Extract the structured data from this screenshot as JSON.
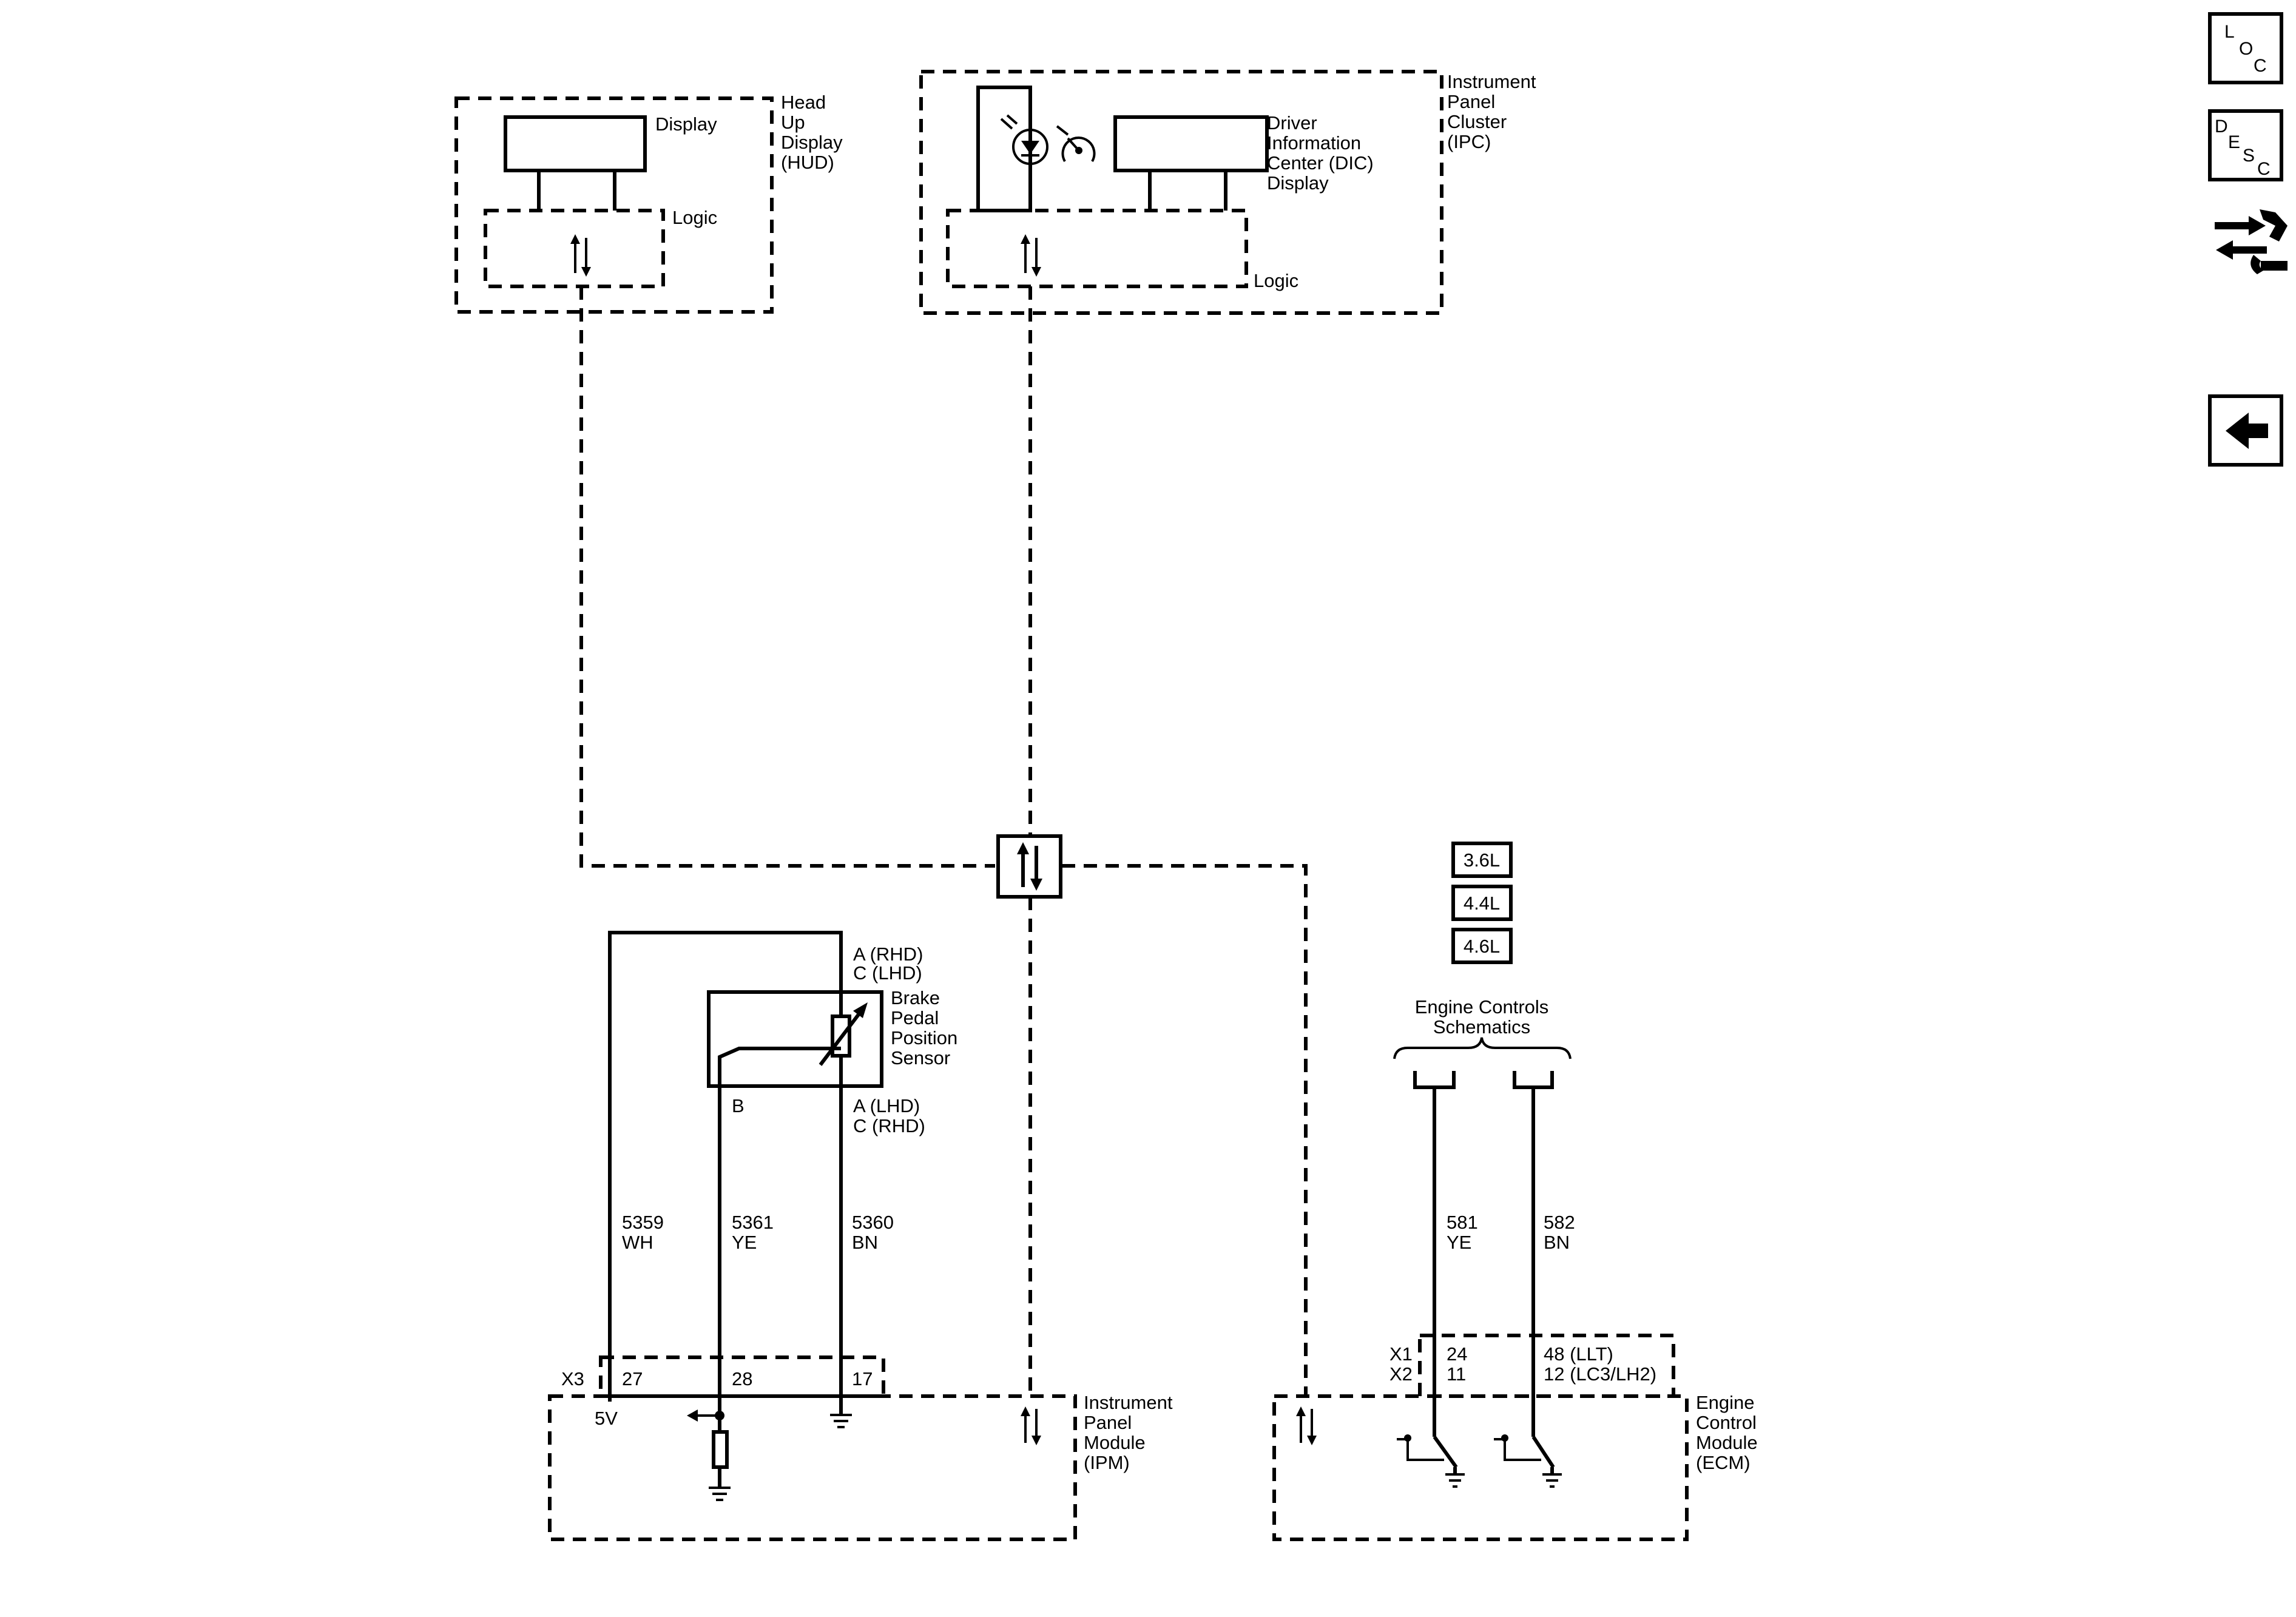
{
  "nav": {
    "loc": {
      "l": "L",
      "o": "O",
      "c": "C"
    },
    "desc": {
      "d": "D",
      "e": "E",
      "s": "S",
      "c": "C"
    }
  },
  "hud": {
    "title": [
      "Head",
      "Up",
      "Display",
      "(HUD)"
    ],
    "display_label": "Display",
    "logic_label": "Logic"
  },
  "ipc": {
    "title": [
      "Instrument",
      "Panel",
      "Cluster",
      "(IPC)"
    ],
    "dic_label": [
      "Driver",
      "Information",
      "Center (DIC)",
      "Display"
    ],
    "logic_label": "Logic"
  },
  "engine_options": [
    "3.6L",
    "4.4L",
    "4.6L"
  ],
  "engine_schematics": [
    "Engine Controls",
    "Schematics"
  ],
  "sensor": {
    "name": [
      "Brake",
      "Pedal",
      "Position",
      "Sensor"
    ],
    "top_pins": [
      "A (RHD)",
      "C (LHD)"
    ],
    "bottom_pins": [
      "A (LHD)",
      "C (RHD)"
    ],
    "pin_b": "B"
  },
  "wires": [
    {
      "circuit": "5359",
      "color": "WH"
    },
    {
      "circuit": "5361",
      "color": "YE"
    },
    {
      "circuit": "5360",
      "color": "BN"
    },
    {
      "circuit": "581",
      "color": "YE"
    },
    {
      "circuit": "582",
      "color": "BN"
    }
  ],
  "ipm": {
    "connector": "X3",
    "pins": [
      "27",
      "28",
      "17"
    ],
    "supply": "5V",
    "title": [
      "Instrument",
      "Panel",
      "Module",
      "(IPM)"
    ]
  },
  "ecm": {
    "connectors": [
      "X1",
      "X2"
    ],
    "pin_yellow": [
      "24",
      "11"
    ],
    "pin_brown": [
      "48 (LLT)",
      "12 (LC3/LH2)"
    ],
    "title": [
      "Engine",
      "Control",
      "Module",
      "(ECM)"
    ]
  }
}
